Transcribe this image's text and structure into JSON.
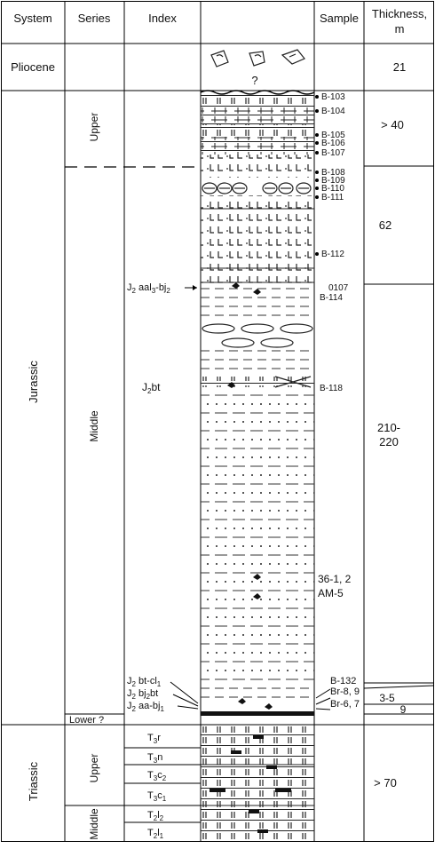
{
  "headers": {
    "system": "System",
    "series": "Series",
    "index": "Index",
    "sample": "Sample",
    "thickness_line1": "Thickness,",
    "thickness_line2": "m"
  },
  "systems": {
    "pliocene": "Pliocene",
    "jurassic": "Jurassic",
    "triassic": "Triassic"
  },
  "series": {
    "jurassic_upper": "Upper",
    "jurassic_middle": "Middle",
    "jurassic_lower": "Lower ?",
    "triassic_upper": "Upper",
    "triassic_middle": "Middle"
  },
  "pliocene_question": "?",
  "jurassic_index": {
    "aal_bj": {
      "a": "J",
      "b": "2",
      "c": " aal",
      "d": "3",
      "e": "-bj",
      "f": "2"
    },
    "bt": {
      "a": "J",
      "b": "2",
      "c": "bt"
    },
    "bt_cl": {
      "a": "J",
      "b": "2",
      "c": " bt-cl",
      "d": "1"
    },
    "bj_bt": {
      "a": "J",
      "b": "2",
      "c": " bj",
      "d": "2",
      "e": "bt"
    },
    "aa_bj": {
      "a": "J",
      "b": "2",
      "c": " aa-bj",
      "d": "1"
    }
  },
  "triassic_index": [
    {
      "a": "T",
      "b": "3",
      "c": "r"
    },
    {
      "a": "T",
      "b": "3",
      "c": "n"
    },
    {
      "a": "T",
      "b": "3",
      "c": "c",
      "d": "2"
    },
    {
      "a": "T",
      "b": "3",
      "c": "c",
      "d": "1"
    },
    {
      "a": "T",
      "b": "2",
      "c": "l",
      "d": "2"
    },
    {
      "a": "T",
      "b": "2",
      "c": "l",
      "d": "1"
    }
  ],
  "samples": {
    "b103": "B-103",
    "b104": "B-104",
    "b105": "B-105",
    "b106": "B-106",
    "b107": "B-107",
    "b108": "B-108",
    "b109": "B-109",
    "b110": "B-110",
    "b111": "B-111",
    "b112": "B-112",
    "s0107": "0107",
    "b114": "B-114",
    "b118": "B-118",
    "s36": "36-1, 2",
    "am5": "AM-5",
    "b132": "B-132",
    "br8": "Br-8, 9",
    "br6": "Br-6, 7"
  },
  "thickness": {
    "pliocene": "21",
    "upper": "> 40",
    "middle_upper": "62",
    "middle_main_1": "210-",
    "middle_main_2": "220",
    "middle_bottom": "3-5",
    "lower": "9",
    "triassic": "> 70"
  }
}
